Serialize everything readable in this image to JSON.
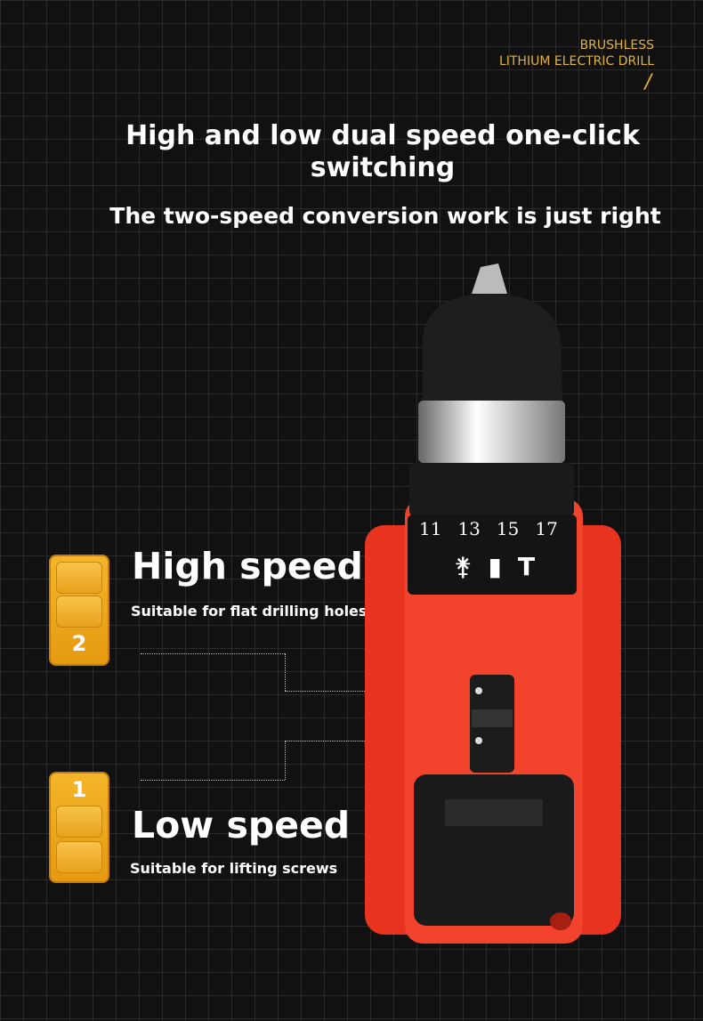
{
  "brand": {
    "line1": "BRUSHLESS",
    "line2": "LITHIUM ELECTRIC DRILL",
    "mark": "/"
  },
  "headline": {
    "title": "High and low dual speed one-click switching",
    "subtitle": "The two-speed conversion work is just right"
  },
  "speeds": [
    {
      "name": "High speed",
      "description": "Suitable for flat drilling holes",
      "switch_number": "2"
    },
    {
      "name": "Low speed",
      "description": "Suitable for lifting screws",
      "switch_number": "1"
    }
  ],
  "drill": {
    "torque_marks": [
      "11",
      "13",
      "15",
      "17"
    ],
    "mode_icons": [
      "screw-icon",
      "drill-bit-icon",
      "hammer-icon"
    ]
  },
  "colors": {
    "accent": "#e2b23a",
    "body": "#f0402a",
    "switch": "#f0a820"
  }
}
